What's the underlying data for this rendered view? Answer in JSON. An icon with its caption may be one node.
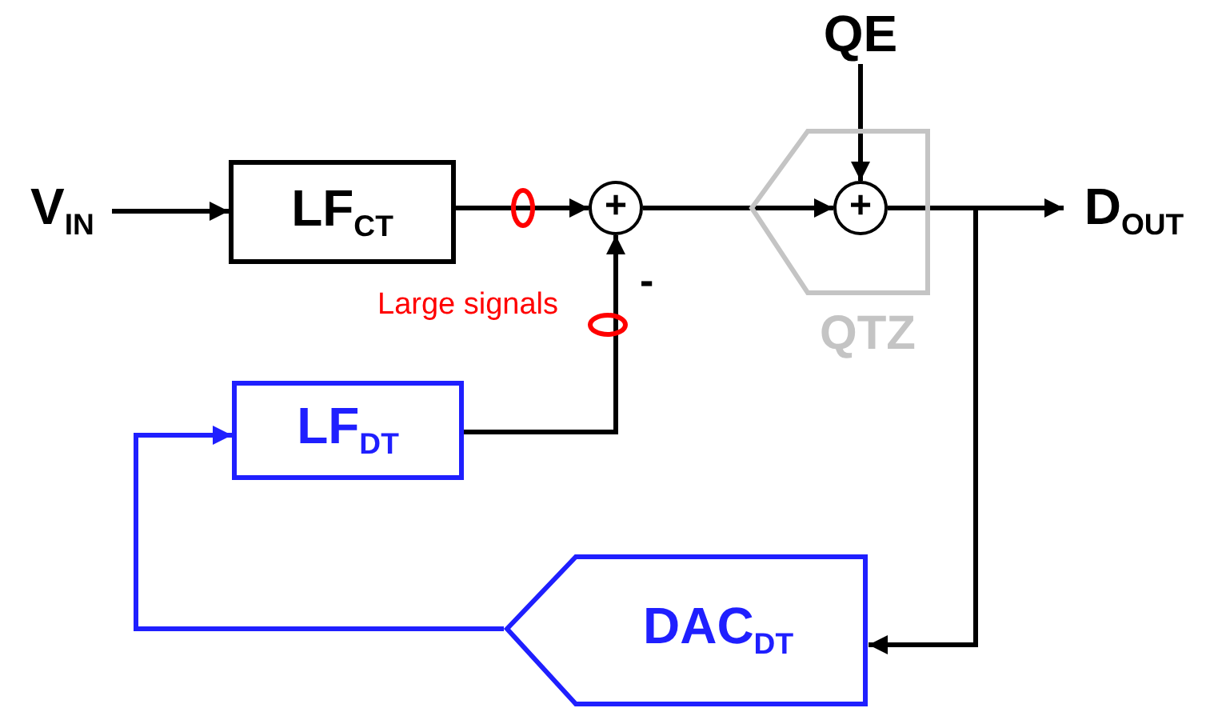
{
  "diagram": {
    "nodes": [
      {
        "text": [
          "V$_{IN}$"
        ]
      },
      {
        "text": [
          "LF$_{CT}$"
        ]
      },
      {
        "text": [
          "+"
        ]
      },
      {
        "text": [
          "LF$_{DT}$"
        ]
      },
      {
        "text": [
          "QE"
        ]
      },
      {
        "text": [
          "QTZ"
        ]
      },
      {
        "text": [
          "+"
        ],
        "in": 5
      },
      {
        "text": [
          "D$_{OUT}$"
        ]
      },
      {
        "text": [
          "DAC$_{DT}$"
        ]
      }
    ],
    "edges": [
      {
        "from": 0,
        "to": 1,
        "arrow": "to"
      },
      {
        "from": 1,
        "to": 2,
        "arrow": "to"
      },
      {
        "from": 3,
        "to": 2,
        "arrow": "to"
      },
      {
        "from": 2,
        "to": 6,
        "arrow": "to"
      },
      {
        "from": 4,
        "to": 6,
        "arrow": "to"
      },
      {
        "from": 6,
        "to": 7,
        "arrow": "to"
      },
      {
        "from": 6,
        "to": 8,
        "arrow": "to"
      },
      {
        "from": 8,
        "to": 3,
        "arrow": "to",
        "color": "#1f1fff"
      }
    ],
    "labels": [
      "-",
      "Large signals"
    ]
  }
}
